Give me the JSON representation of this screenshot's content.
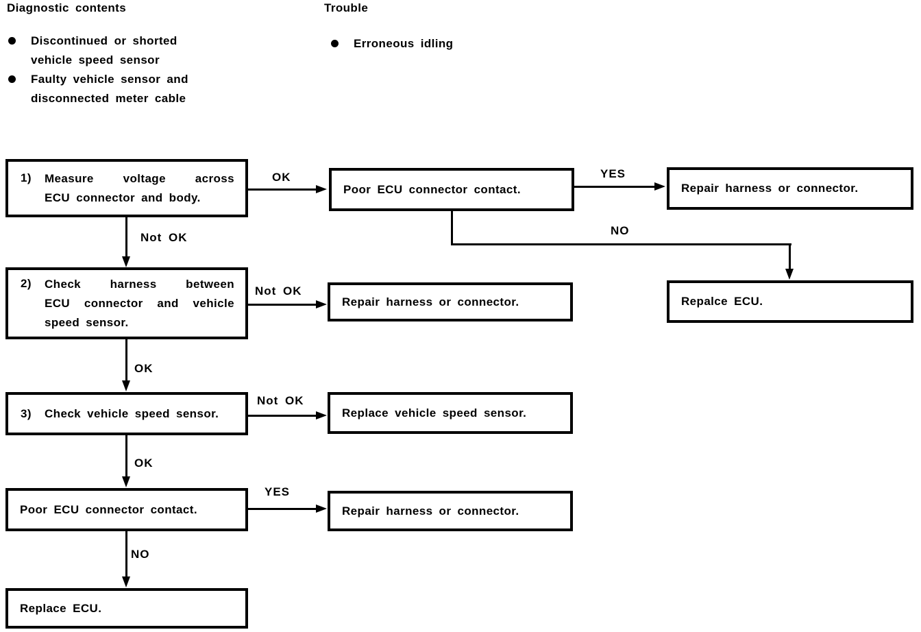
{
  "page": {
    "background": "#ffffff",
    "ink": "#000000"
  },
  "header": {
    "diagnostic": {
      "title": "Diagnostic contents",
      "items": [
        {
          "lines": [
            "Discontinued or shorted",
            "vehicle speed sensor"
          ]
        },
        {
          "lines": [
            "Faulty vehicle sensor and",
            "disconnected meter cable"
          ]
        }
      ]
    },
    "trouble": {
      "title": "Trouble",
      "items": [
        {
          "lines": [
            "Erroneous idling"
          ]
        }
      ]
    }
  },
  "flowchart": {
    "boxes": {
      "step1": {
        "number": "1)",
        "lines": [
          "Measure voltage across",
          "ECU connector and body."
        ]
      },
      "poor_ecu_contact_1": {
        "text": "Poor ECU connector contact."
      },
      "repair_harness_1": {
        "text": "Repair harness or connector."
      },
      "step2": {
        "number": "2)",
        "lines": [
          "Check harness between",
          "ECU connector and vehicle",
          "speed sensor."
        ]
      },
      "repair_harness_2": {
        "text": "Repair harness or connector."
      },
      "replace_ecu_1": {
        "text": "Repalce ECU."
      },
      "step3": {
        "number": "3)",
        "text": "Check vehicle speed sensor."
      },
      "replace_speed_sensor": {
        "text": "Replace vehicle speed sensor."
      },
      "poor_ecu_contact_2": {
        "text": "Poor ECU connector contact."
      },
      "repair_harness_3": {
        "text": "Repair harness or connector."
      },
      "replace_ecu_2": {
        "text": "Replace ECU."
      }
    },
    "edge_labels": {
      "ok_1": "OK",
      "not_ok_1": "Not OK",
      "yes_1": "YES",
      "no_1": "NO",
      "not_ok_2": "Not OK",
      "ok_2": "OK",
      "not_ok_3": "Not OK",
      "ok_3": "OK",
      "yes_2": "YES",
      "no_2": "NO"
    }
  }
}
